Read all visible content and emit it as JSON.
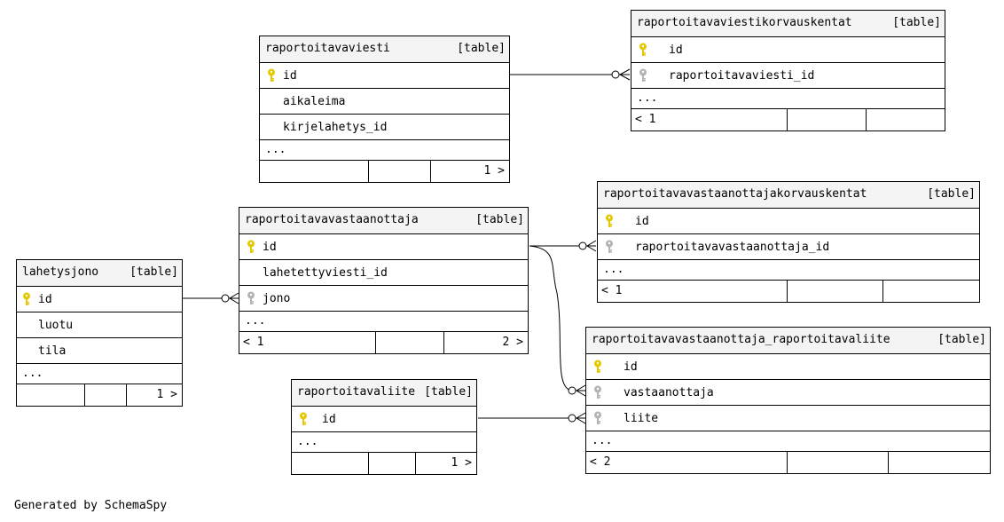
{
  "footer_text": "Generated by SchemaSpy",
  "tables": {
    "raportoitavaviesti": {
      "name": "raportoitavaviesti",
      "kind": "[table]",
      "columns": [
        {
          "name": "id",
          "key": "primary"
        },
        {
          "name": "aikaleima",
          "key": "none"
        },
        {
          "name": "kirjelahetys_id",
          "key": "none"
        }
      ],
      "more": "...",
      "children_count": "",
      "parents_count": "1 >"
    },
    "raportoitavaviestikorvauskentat": {
      "name": "raportoitavaviestikorvauskentat",
      "kind": "[table]",
      "columns": [
        {
          "name": "id",
          "key": "primary"
        },
        {
          "name": "raportoitavaviesti_id",
          "key": "foreign"
        }
      ],
      "more": "...",
      "children_count": "< 1",
      "parents_count": ""
    },
    "raportoitavavastaanottaja": {
      "name": "raportoitavavastaanottaja",
      "kind": "[table]",
      "columns": [
        {
          "name": "id",
          "key": "primary"
        },
        {
          "name": "lahetettyviesti_id",
          "key": "none"
        },
        {
          "name": "jono",
          "key": "foreign"
        }
      ],
      "more": "...",
      "children_count": "< 1",
      "parents_count": "2 >"
    },
    "raportoitavavastaanottajakorvauskentat": {
      "name": "raportoitavavastaanottajakorvauskentat",
      "kind": "[table]",
      "columns": [
        {
          "name": "id",
          "key": "primary"
        },
        {
          "name": "raportoitavavastaanottaja_id",
          "key": "foreign"
        }
      ],
      "more": "...",
      "children_count": "< 1",
      "parents_count": ""
    },
    "lahetysjono": {
      "name": "lahetysjono",
      "kind": "[table]",
      "columns": [
        {
          "name": "id",
          "key": "primary"
        },
        {
          "name": "luotu",
          "key": "none"
        },
        {
          "name": "tila",
          "key": "none"
        }
      ],
      "more": "...",
      "children_count": "",
      "parents_count": "1 >"
    },
    "raportoitavaliite": {
      "name": "raportoitavaliite",
      "kind": "[table]",
      "columns": [
        {
          "name": "id",
          "key": "primary"
        }
      ],
      "more": "...",
      "children_count": "",
      "parents_count": "1 >"
    },
    "raportoitavavastaanottaja_raportoitavaliite": {
      "name": "raportoitavavastaanottaja_raportoitavaliite",
      "kind": "[table]",
      "columns": [
        {
          "name": "id",
          "key": "primary"
        },
        {
          "name": "vastaanottaja",
          "key": "foreign"
        },
        {
          "name": "liite",
          "key": "foreign"
        }
      ],
      "more": "...",
      "children_count": "< 2",
      "parents_count": ""
    }
  },
  "colors": {
    "primary_key": "#e6c800",
    "foreign_key": "#b4b4b4",
    "header_bg": "#f4f4f4"
  }
}
